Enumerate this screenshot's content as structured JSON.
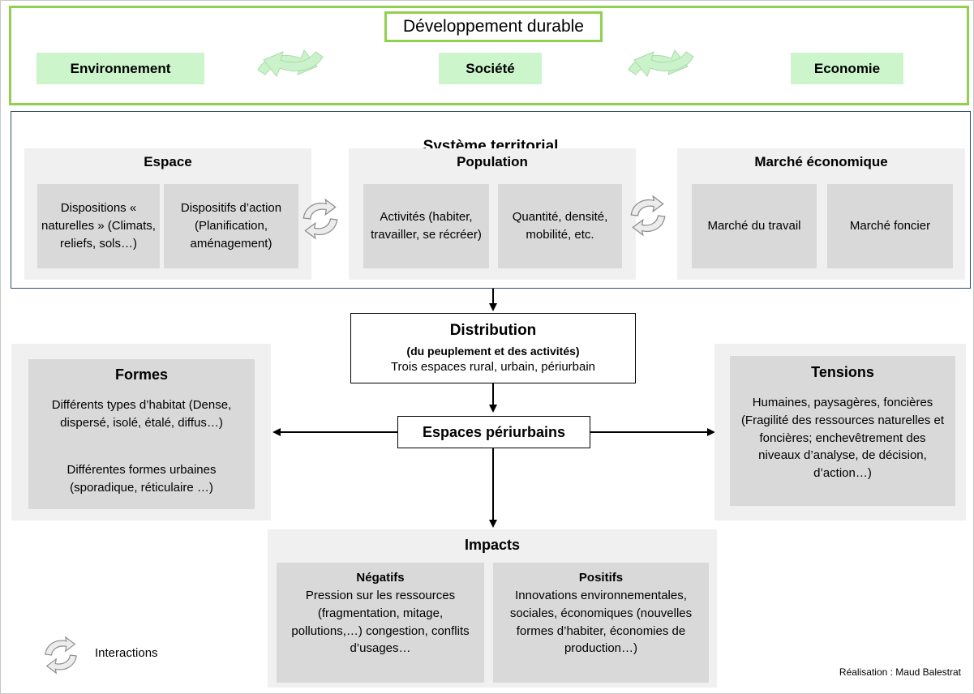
{
  "dev": {
    "title": "Développement durable",
    "pillars": [
      "Environnement",
      "Société",
      "Economie"
    ]
  },
  "systeme": {
    "title": "Système territorial",
    "espace": {
      "title": "Espace",
      "items": [
        "Dispositions « naturelles » (Climats, reliefs, sols…)",
        "Dispositifs d’action (Planification, aménagement)"
      ]
    },
    "population": {
      "title": "Population",
      "items": [
        "Activités (habiter, travailler, se récréer)",
        "Quantité, densité, mobilité, etc."
      ]
    },
    "marche": {
      "title": "Marché économique",
      "items": [
        "Marché du travail",
        "Marché foncier"
      ]
    }
  },
  "distribution": {
    "title": "Distribution",
    "subtitle": "(du peuplement et des activités)",
    "text": "Trois espaces rural, urbain, périurbain"
  },
  "periurbains": "Espaces périurbains",
  "formes": {
    "title": "Formes",
    "text1": "Différents types d’habitat (Dense, dispersé, isolé, étalé, diffus…)",
    "text2": "Différentes formes urbaines (sporadique, réticulaire …)"
  },
  "tensions": {
    "title": "Tensions",
    "text": "Humaines, paysagères, foncières (Fragilité des ressources naturelles et foncières; enchevêtrement des niveaux d’analyse, de décision, d’action…)"
  },
  "impacts": {
    "title": "Impacts",
    "negatifs": {
      "title": "Négatifs",
      "text": "Pression sur les ressources (fragmentation, mitage, pollutions,…) congestion, conflits d’usages…"
    },
    "positifs": {
      "title": "Positifs",
      "text": "Innovations environnementales, sociales, économiques (nouvelles formes d’habiter, économies de production…)"
    }
  },
  "legend": {
    "label": "Interactions",
    "icon": "cycle-arrows-icon"
  },
  "credit": "Réalisation : Maud Balestrat",
  "colors": {
    "green_border": "#92d050",
    "green_fill": "#ccf5cc",
    "system_border": "#2f4f74",
    "panel": "#f0f0f0",
    "inner": "#d9d9d9"
  }
}
